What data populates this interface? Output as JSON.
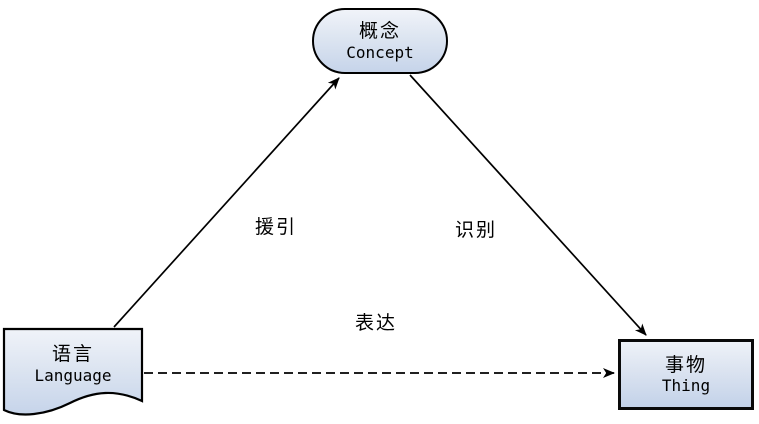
{
  "diagram": {
    "nodes": {
      "concept": {
        "label_zh": "概念",
        "label_en": "Concept",
        "shape": "stadium"
      },
      "language": {
        "label_zh": "语言",
        "label_en": "Language",
        "shape": "document"
      },
      "thing": {
        "label_zh": "事物",
        "label_en": "Thing",
        "shape": "rectangle"
      }
    },
    "edges": {
      "cite": {
        "label": "援引",
        "from": "language",
        "to": "concept",
        "style": "solid"
      },
      "identify": {
        "label": "识别",
        "from": "concept",
        "to": "thing",
        "style": "solid"
      },
      "express": {
        "label": "表达",
        "from": "language",
        "to": "thing",
        "style": "dashed"
      }
    },
    "colors": {
      "node_fill_top": "#f0f3f9",
      "node_fill_bottom": "#c6d4ea",
      "stroke": "#000000",
      "background": "#ffffff"
    }
  }
}
